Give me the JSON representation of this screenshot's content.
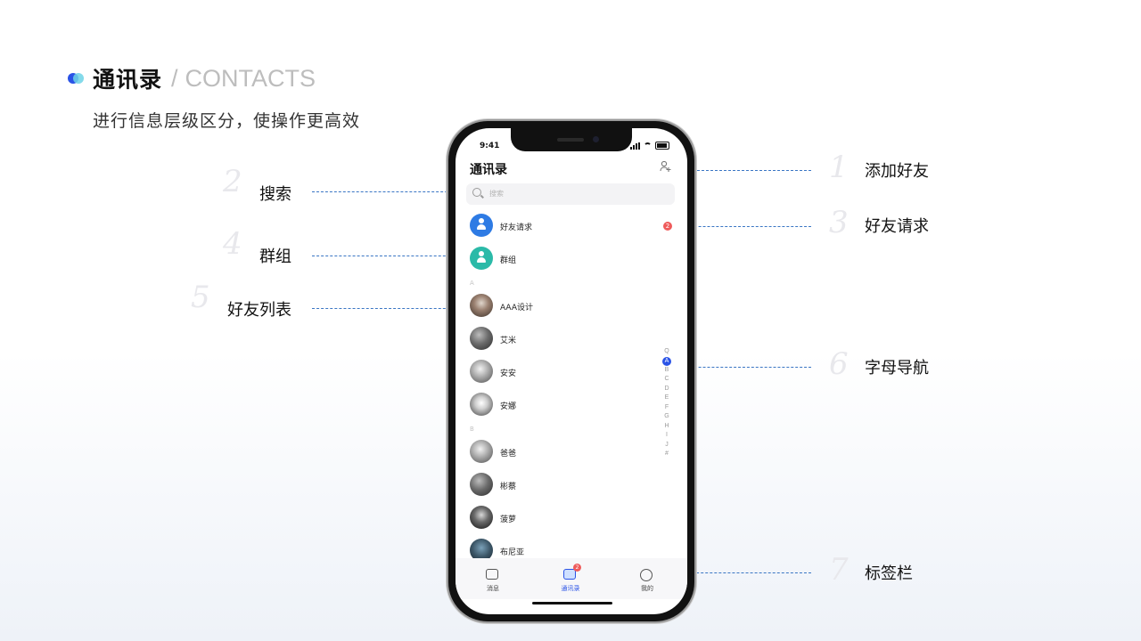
{
  "heading": {
    "title_cn": "通讯录",
    "separator": "/",
    "title_en": "CONTACTS",
    "subtitle": "进行信息层级区分，使操作更高效"
  },
  "annotations": [
    {
      "num": "1",
      "label": "添加好友"
    },
    {
      "num": "2",
      "label": "搜索"
    },
    {
      "num": "3",
      "label": "好友请求"
    },
    {
      "num": "4",
      "label": "群组"
    },
    {
      "num": "5",
      "label": "好友列表"
    },
    {
      "num": "6",
      "label": "字母导航"
    },
    {
      "num": "7",
      "label": "标签栏"
    }
  ],
  "phone": {
    "status_time": "9:41",
    "nav_title": "通讯录",
    "search_placeholder": "搜索",
    "friend_request": {
      "label": "好友请求",
      "badge": "2"
    },
    "groups": {
      "label": "群组"
    },
    "sections": [
      {
        "letter": "A",
        "contacts": [
          "AAA设计",
          "艾米",
          "安安",
          "安娜"
        ]
      },
      {
        "letter": "B",
        "contacts": [
          "爸爸",
          "彬蔡",
          "菠萝",
          "布尼亚"
        ]
      }
    ],
    "index_letters": [
      "Q",
      "A",
      "B",
      "C",
      "D",
      "E",
      "F",
      "G",
      "H",
      "I",
      "J",
      "#"
    ],
    "tabs": [
      {
        "label": "消息",
        "icon": "message-icon",
        "active": false
      },
      {
        "label": "通讯录",
        "icon": "contacts-icon",
        "active": true,
        "badge": "2"
      },
      {
        "label": "我的",
        "icon": "profile-icon",
        "active": false
      }
    ]
  },
  "colors": {
    "accent": "#2a53e6",
    "badge": "#ef5b5b",
    "line": "#3a76c4"
  }
}
